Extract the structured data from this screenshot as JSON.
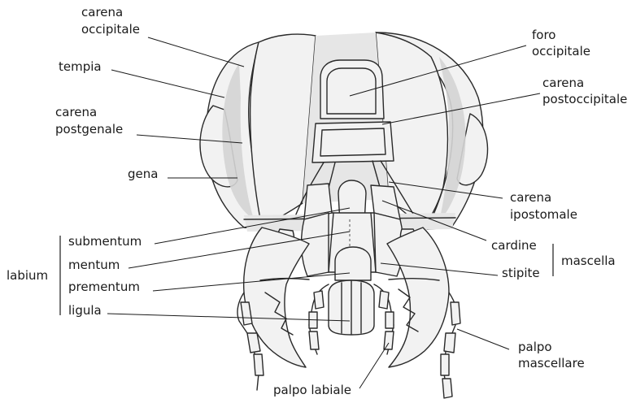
{
  "labels": {
    "carena_occipitale": [
      "carena",
      "occipitale"
    ],
    "tempia": "tempia",
    "carena_postgenale": [
      "carena",
      "postgenale"
    ],
    "gena": "gena",
    "foro_occipitale": [
      "foro",
      "occipitale"
    ],
    "carena_postoccipitale": [
      "carena",
      "postoccipitale"
    ],
    "carena_ipostomale": [
      "carena",
      "ipostomale"
    ],
    "submentum": "submentum",
    "mentum": "mentum",
    "prementum": "prementum",
    "ligula": "ligula",
    "labium": "labium",
    "cardine": "cardine",
    "stipite": "stipite",
    "mascella": "mascella",
    "palpo_mascellare": [
      "palpo",
      "mascellare"
    ],
    "palpo_labiale": "palpo labiale"
  }
}
